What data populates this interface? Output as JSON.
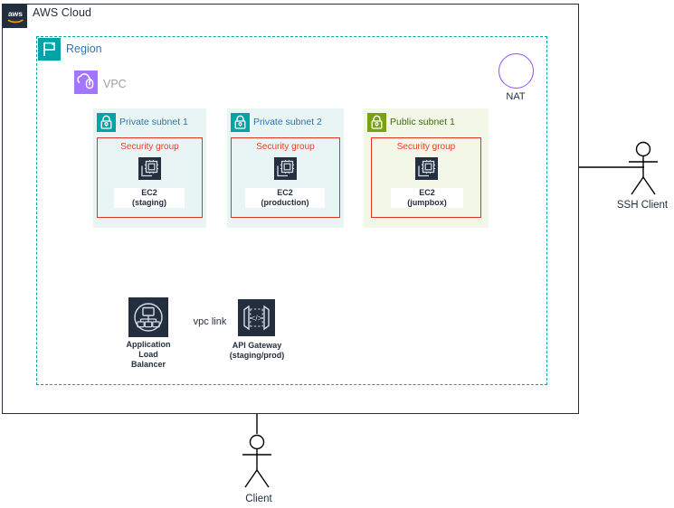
{
  "diagram": {
    "title": "AWS Cloud",
    "cloud": {
      "label": "AWS Cloud",
      "logo_text": "aws",
      "icon": "aws-logo-icon",
      "border_color": "#232F3E"
    },
    "region": {
      "label": "Region",
      "icon": "region-flag-icon",
      "icon_color": "#00A4A6",
      "label_color": "#2E73B8",
      "border_style": "dashed",
      "border_color": "#00A4A6"
    },
    "vpc": {
      "label": "VPC",
      "icon": "vpc-cloud-lock-icon",
      "icon_color": "#A476FF",
      "label_color": "#9AA0A6",
      "border_color": "#8C4FFF"
    },
    "subnets": [
      {
        "id": "private-subnet-1",
        "label": "Private subnet 1",
        "type": "private",
        "icon": "lock-icon",
        "icon_color": "#00A4A6",
        "label_color": "#2E73B8",
        "fill": "#E8F5F4",
        "security_group": {
          "label": "Security group",
          "color": "#DD3522",
          "resource": {
            "icon": "ec2-instance-icon",
            "name": "EC2",
            "detail": "(staging)"
          }
        }
      },
      {
        "id": "private-subnet-2",
        "label": "Private subnet 2",
        "type": "private",
        "icon": "lock-icon",
        "icon_color": "#00A4A6",
        "label_color": "#2E73B8",
        "fill": "#E8F5F4",
        "security_group": {
          "label": "Security group",
          "color": "#DD3522",
          "resource": {
            "icon": "ec2-instance-icon",
            "name": "EC2",
            "detail": "(production)"
          }
        }
      },
      {
        "id": "public-subnet-1",
        "label": "Public subnet 1",
        "type": "public",
        "icon": "lock-icon",
        "icon_color": "#7AA116",
        "label_color": "#3F6B11",
        "fill": "#F2F7E7",
        "security_group": {
          "label": "Security group",
          "color": "#DD3522",
          "resource": {
            "icon": "ec2-instance-icon",
            "name": "EC2",
            "detail": "(jumpbox)"
          }
        }
      }
    ],
    "nat": {
      "label": "NAT",
      "icon": "nat-gateway-icon",
      "color": "#8C4FFF"
    },
    "nodes": [
      {
        "id": "application-load-balancer",
        "icon": "application-load-balancer-icon",
        "caption_lines": [
          "Application",
          "Load",
          "Balancer"
        ],
        "caption": "Application Load Balancer"
      },
      {
        "id": "api-gateway",
        "icon": "api-gateway-icon",
        "caption_lines": [
          "API Gateway",
          "(staging/prod)"
        ],
        "caption": "API Gateway (staging/prod)"
      }
    ],
    "connections": [
      {
        "id": "vpc-link",
        "label": "vpc link",
        "from": "api-gateway",
        "to": "application-load-balancer"
      },
      {
        "id": "alb-to-staging",
        "label": "",
        "from": "application-load-balancer",
        "to": "ec2-staging"
      },
      {
        "id": "alb-to-production",
        "label": "",
        "from": "application-load-balancer",
        "to": "ec2-production"
      },
      {
        "id": "client-to-api-gateway",
        "label": "",
        "from": "client",
        "to": "api-gateway"
      },
      {
        "id": "ssh-client-to-jumpbox",
        "label": "",
        "from": "ssh-client",
        "to": "ec2-jumpbox"
      },
      {
        "id": "nat-route",
        "label": "",
        "from": "nat",
        "to": "vpc"
      }
    ],
    "actors": [
      {
        "id": "client",
        "label": "Client"
      },
      {
        "id": "ssh-client",
        "label": "SSH Client"
      }
    ]
  }
}
